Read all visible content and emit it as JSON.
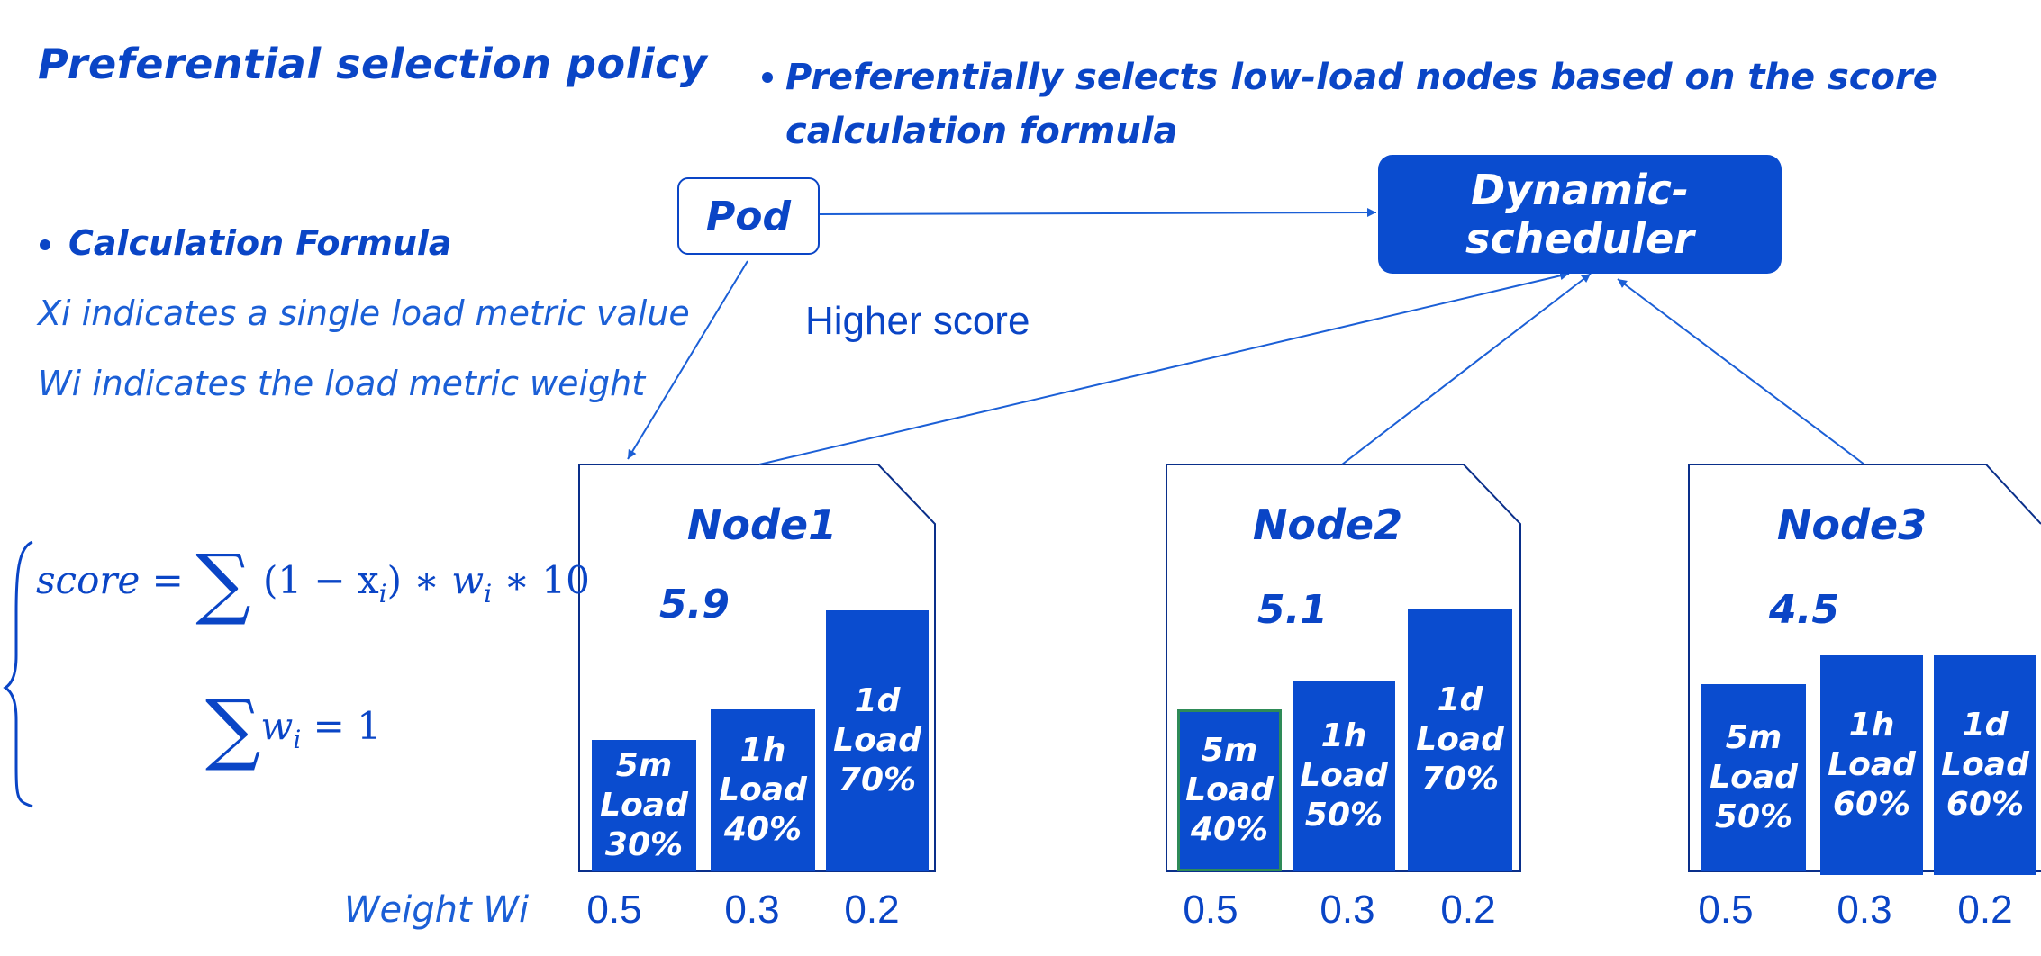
{
  "title": "Preferential selection policy",
  "bullet_top": {
    "line1": "Preferentially selects low-load nodes based on the score",
    "line2": "calculation formula"
  },
  "calc": {
    "bullet": "Calculation Formula",
    "note_xi": "Xi indicates a single load metric value",
    "note_wi": "Wi indicates the load metric weight"
  },
  "formula": {
    "line1_lhs": "score",
    "line1_rhs_a": "(1 − x",
    "line1_rhs_b": ") ∗ ",
    "line1_w": "w",
    "line1_tail": " ∗ 10",
    "sub_i": "i",
    "line2_w": "w",
    "line2_tail": " = 1"
  },
  "pod_label": "Pod",
  "scheduler": {
    "line1": "Dynamic-",
    "line2": "scheduler"
  },
  "higher_score": "Higher score",
  "weight_label": "Weight Wi",
  "nodes": [
    {
      "name": "Node1",
      "score": "5.9",
      "bars": [
        {
          "period": "5m",
          "word": "Load",
          "pct": "30%",
          "value": 30
        },
        {
          "period": "1h",
          "word": "Load",
          "pct": "40%",
          "value": 40
        },
        {
          "period": "1d",
          "word": "Load",
          "pct": "70%",
          "value": 70
        }
      ],
      "weights": [
        "0.5",
        "0.3",
        "0.2"
      ]
    },
    {
      "name": "Node2",
      "score": "5.1",
      "bars": [
        {
          "period": "5m",
          "word": "Load",
          "pct": "40%",
          "value": 40
        },
        {
          "period": "1h",
          "word": "Load",
          "pct": "50%",
          "value": 50
        },
        {
          "period": "1d",
          "word": "Load",
          "pct": "70%",
          "value": 70
        }
      ],
      "weights": [
        "0.5",
        "0.3",
        "0.2"
      ]
    },
    {
      "name": "Node3",
      "score": "4.5",
      "bars": [
        {
          "period": "5m",
          "word": "Load",
          "pct": "50%",
          "value": 50
        },
        {
          "period": "1h",
          "word": "Load",
          "pct": "60%",
          "value": 60
        },
        {
          "period": "1d",
          "word": "Load",
          "pct": "60%",
          "value": 60
        }
      ],
      "weights": [
        "0.5",
        "0.3",
        "0.2"
      ]
    }
  ],
  "colors": {
    "primary": "#0a45c6",
    "box": "#0a4ccf",
    "highlight_border": "#2e8b57"
  }
}
